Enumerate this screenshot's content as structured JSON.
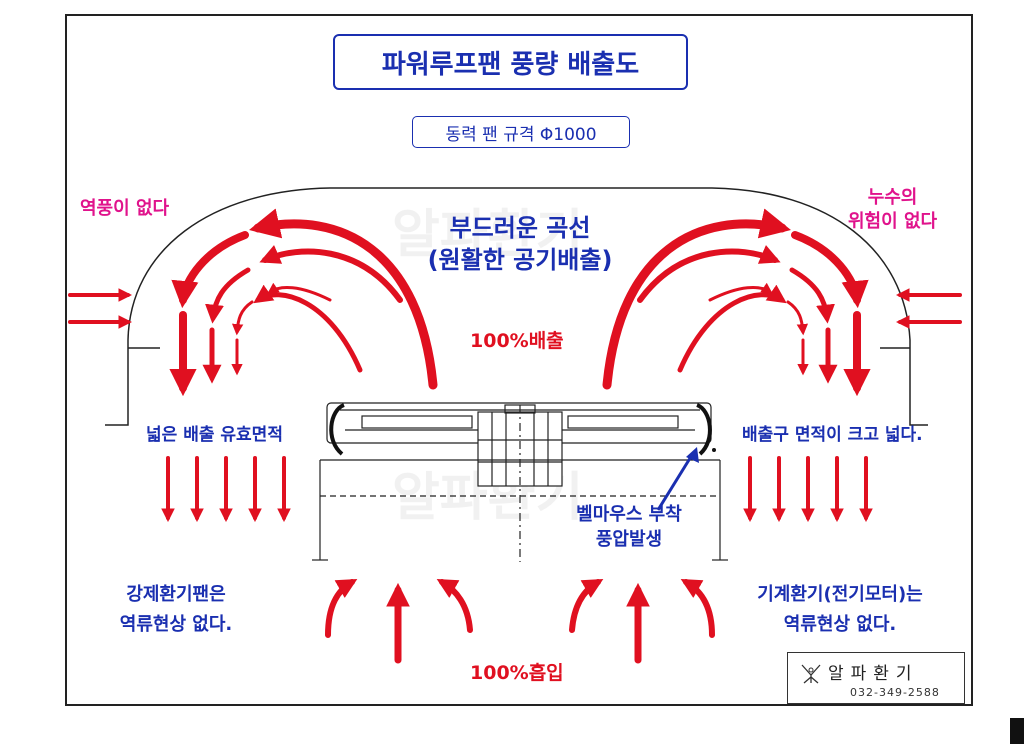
{
  "title": "파워루프팬 풍량 배출도",
  "subtitle": "동력 팬 규격 Φ1000",
  "labels": {
    "no_backdraft": "역풍이 없다",
    "no_leak_line1": "누수의",
    "no_leak_line2": "위험이 없다",
    "smooth_curve_line1": "부드러운 곡선",
    "smooth_curve_line2": "(원활한 공기배출)",
    "exhaust_100": "100%배출",
    "wide_exhaust_area": "넓은 배출 유효면적",
    "large_outlet_area": "배출구 면적이 크고 넓다.",
    "bellmouth_line1": "벨마우스 부착",
    "bellmouth_line2": "풍압발생",
    "forced_vent_line1": "강제환기팬은",
    "forced_vent_line2": "역류현상 없다.",
    "mech_vent_line1": "기계환기(전기모터)는",
    "mech_vent_line2": "역류현상 없다.",
    "intake_100": "100%흡입"
  },
  "logo": {
    "name": "알파환기",
    "phone": "032-349-2588"
  },
  "watermark": {
    "top": "알파환기",
    "middle": "알파환기"
  },
  "colors": {
    "arrow_red": "#e01020",
    "label_blue": "#1a2fb0",
    "label_magenta": "#e0138c",
    "line_dark": "#222222"
  },
  "icons": {
    "logo_mark": "fan-figure-icon"
  }
}
